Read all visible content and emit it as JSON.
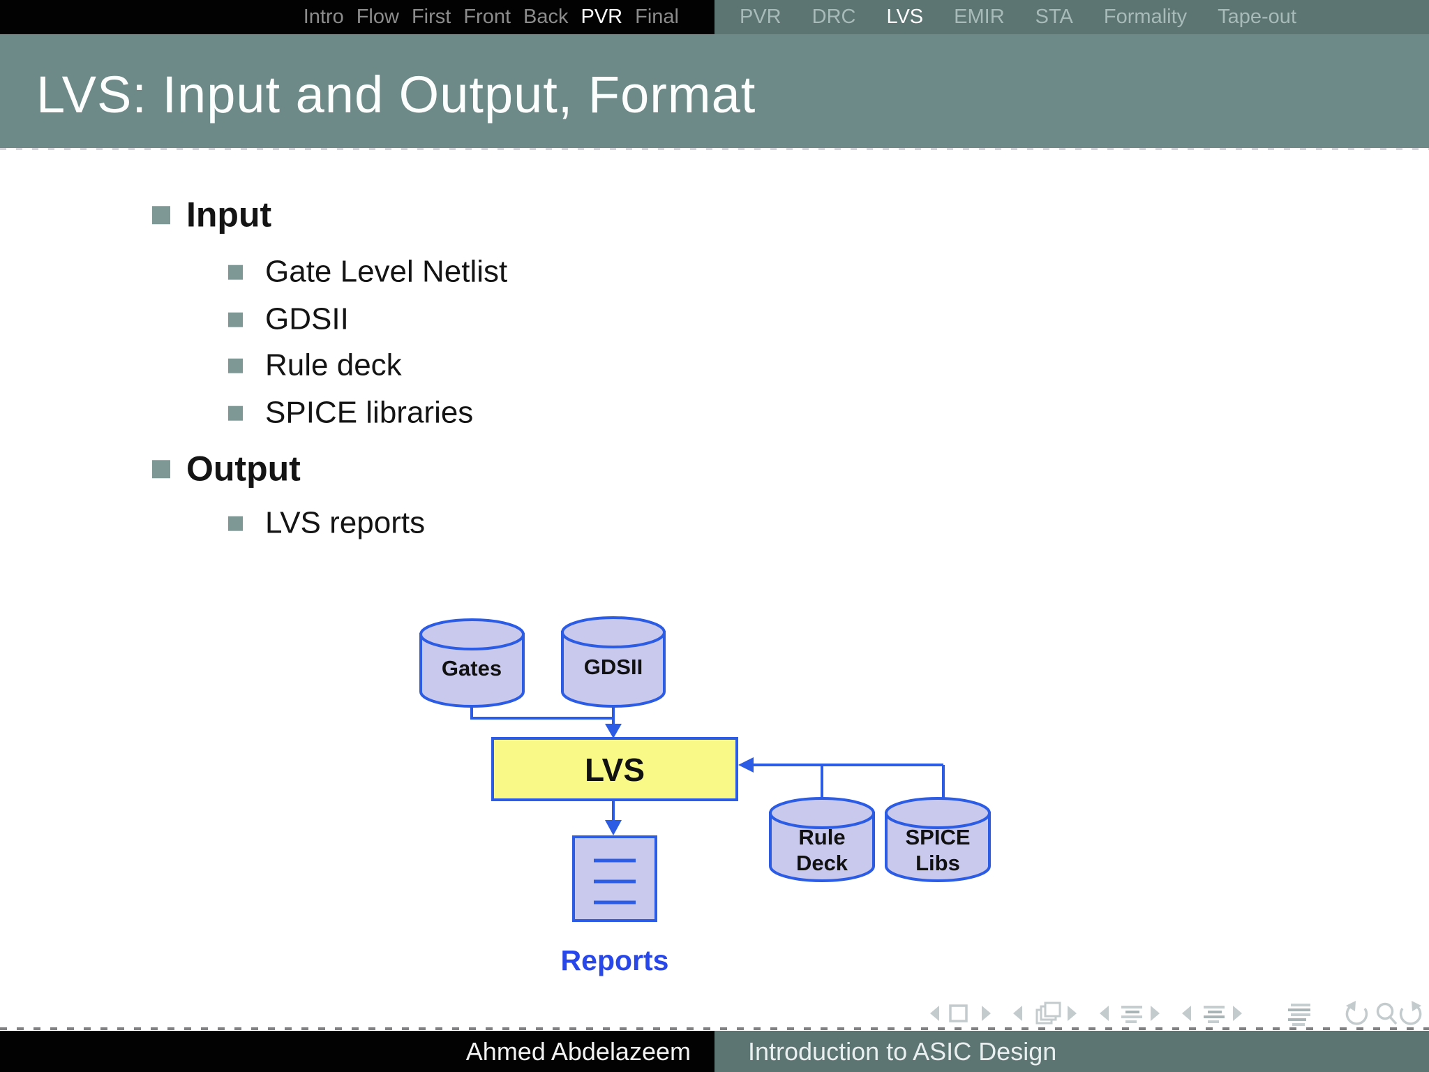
{
  "top_nav": {
    "left_items": [
      {
        "label": "Intro",
        "active": false
      },
      {
        "label": "Flow",
        "active": false
      },
      {
        "label": "First",
        "active": false
      },
      {
        "label": "Front",
        "active": false
      },
      {
        "label": "Back",
        "active": false
      },
      {
        "label": "PVR",
        "active": true
      },
      {
        "label": "Final",
        "active": false
      }
    ],
    "right_items": [
      {
        "label": "PVR",
        "active": false
      },
      {
        "label": "DRC",
        "active": false
      },
      {
        "label": "LVS",
        "active": true
      },
      {
        "label": "EMIR",
        "active": false
      },
      {
        "label": "STA",
        "active": false
      },
      {
        "label": "Formality",
        "active": false
      },
      {
        "label": "Tape-out",
        "active": false
      }
    ]
  },
  "slide": {
    "title": "LVS: Input and Output, Format",
    "sections": [
      {
        "heading": "Input",
        "items": [
          "Gate Level Netlist",
          "GDSII",
          "Rule deck",
          "SPICE libraries"
        ]
      },
      {
        "heading": "Output",
        "items": [
          "LVS reports"
        ]
      }
    ]
  },
  "diagram": {
    "gates_label": "Gates",
    "gdsii_label": "GDSII",
    "lvs_label": "LVS",
    "rule_deck_line1": "Rule",
    "rule_deck_line2": "Deck",
    "spice_libs_line1": "SPICE",
    "spice_libs_line2": "Libs",
    "reports_label": "Reports"
  },
  "footer": {
    "author": "Ahmed Abdelazeem",
    "course_title": "Introduction to ASIC Design"
  },
  "nav_symbols": {
    "items": [
      "previous-slide",
      "current-slide-frame",
      "next-slide",
      "previous-frame",
      "frame-overlay-stack",
      "next-frame",
      "previous-section",
      "section-toc",
      "next-section",
      "previous-subsection",
      "subsection-toc",
      "next-subsection",
      "appendix-toc",
      "back-history",
      "search",
      "forward-history"
    ]
  },
  "colors": {
    "nav_teal": "#5c7472",
    "title_teal": "#6d8a88",
    "bullet_teal": "#7e9896",
    "diagram_blue": "#2b5ce3",
    "cylinder_fill": "#c9c9ee",
    "lvs_yellow": "#f9f988",
    "reports_blue": "#2847ea"
  }
}
